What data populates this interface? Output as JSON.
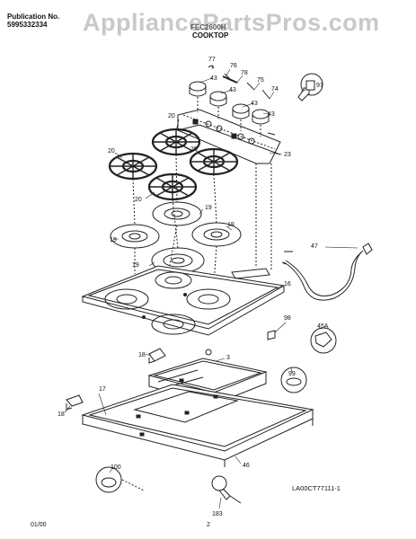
{
  "header": {
    "publication_label": "Publication No.",
    "publication_number": "5995332334",
    "model": "FEC2600H",
    "section": "COOKTOP"
  },
  "watermark": "AppliancePartsPros.com",
  "footer": {
    "date": "01/00",
    "page": "2",
    "figure_code": "LA00CT77111-1"
  },
  "part_numbers": {
    "p77": "77",
    "p76": "76",
    "p78": "78",
    "p75": "75",
    "p74": "74",
    "p43a": "43",
    "p43b": "43",
    "p43c": "43",
    "p43d": "43",
    "p97": "97",
    "p20a": "20",
    "p20b": "20",
    "p20c": "20",
    "p20d": "20",
    "p23": "23",
    "p19a": "19",
    "p19b": "19",
    "p19c": "19",
    "p19d": "19",
    "p47": "47",
    "p16": "16",
    "p98": "98",
    "p45A": "45A",
    "p18a": "18",
    "p3": "3",
    "p99": "99",
    "p17": "17",
    "p18b": "18",
    "p100": "100",
    "p183": "183",
    "p46": "46"
  }
}
